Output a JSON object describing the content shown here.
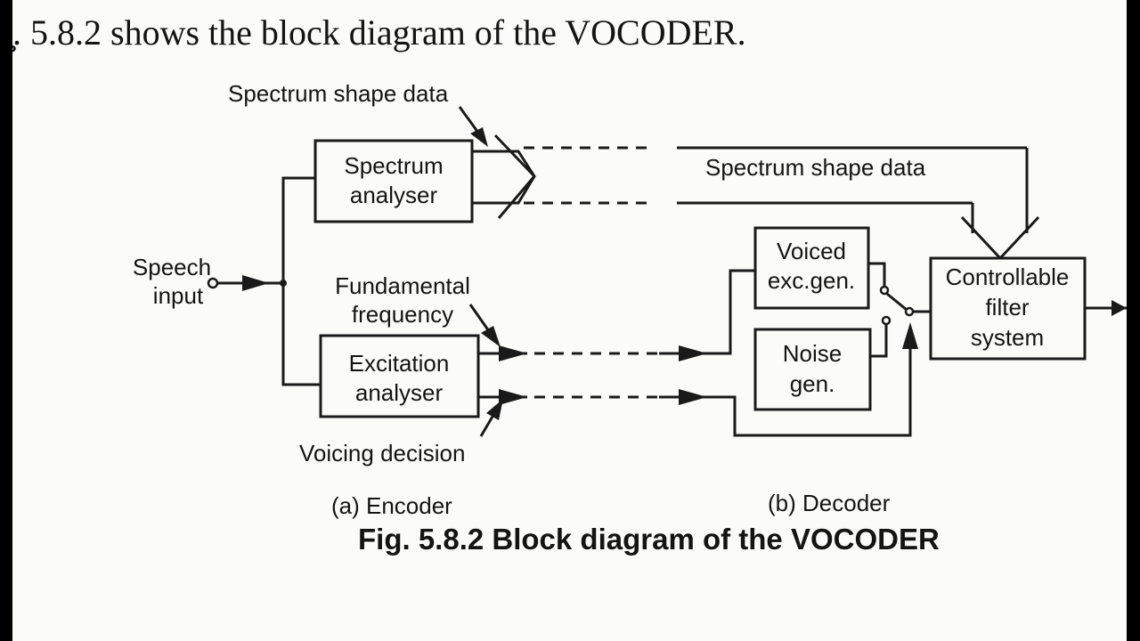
{
  "intro_text": "̧. 5.8.2 shows the block diagram of the VOCODER.",
  "blocks": {
    "spectrum_analyser": [
      "Spectrum",
      "analyser"
    ],
    "excitation_analyser": [
      "Excitation",
      "analyser"
    ],
    "voiced_exc_gen": [
      "Voiced",
      "exc.gen."
    ],
    "noise_gen": [
      "Noise",
      "gen."
    ],
    "controllable_filter": [
      "Controllable",
      "filter",
      "system"
    ]
  },
  "signals": {
    "speech_input": [
      "Speech",
      "input"
    ],
    "spectrum_shape_encoder": "Spectrum shape data",
    "spectrum_shape_decoder": "Spectrum shape data",
    "fundamental_frequency": [
      "Fundamental",
      "frequency"
    ],
    "voicing_decision": "Voicing decision"
  },
  "sections": {
    "encoder": "(a) Encoder",
    "decoder": "(b) Decoder"
  },
  "caption": "Fig. 5.8.2 Block diagram of the VOCODER",
  "colors": {
    "ink": "#1a1a1a",
    "paper": "#fbfbf9",
    "border": "#000000"
  }
}
